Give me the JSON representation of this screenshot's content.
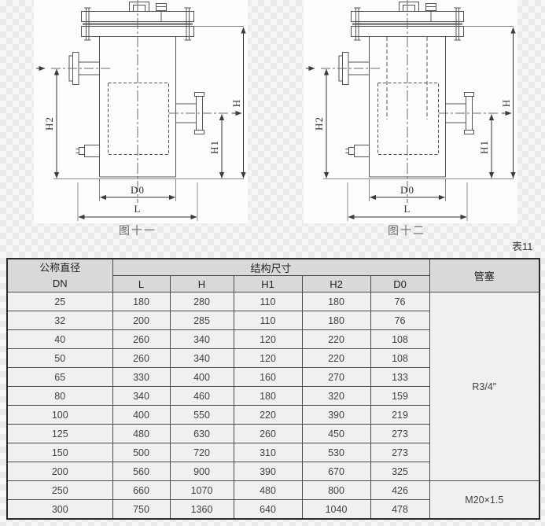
{
  "page": {
    "table_tag": "表11"
  },
  "figures": [
    {
      "caption": "图十一",
      "labels": {
        "H2": "H2",
        "H": "H",
        "H1": "H1",
        "D0": "D0",
        "L": "L"
      }
    },
    {
      "caption": "图十二",
      "labels": {
        "H2": "H2",
        "H": "H",
        "H1": "H1",
        "D0": "D0",
        "L": "L"
      }
    }
  ],
  "table": {
    "headers": {
      "dn_group": "公称直径",
      "dn": "DN",
      "struct": "结构尺寸",
      "sub": [
        "L",
        "H",
        "H1",
        "H2",
        "D0"
      ],
      "plug": "管塞"
    },
    "rows": [
      {
        "dn": "25",
        "L": "180",
        "H": "280",
        "H1": "110",
        "H2": "180",
        "D0": "76"
      },
      {
        "dn": "32",
        "L": "200",
        "H": "285",
        "H1": "110",
        "H2": "180",
        "D0": "76"
      },
      {
        "dn": "40",
        "L": "260",
        "H": "340",
        "H1": "120",
        "H2": "220",
        "D0": "108"
      },
      {
        "dn": "50",
        "L": "260",
        "H": "340",
        "H1": "120",
        "H2": "220",
        "D0": "108"
      },
      {
        "dn": "65",
        "L": "330",
        "H": "400",
        "H1": "160",
        "H2": "270",
        "D0": "133"
      },
      {
        "dn": "80",
        "L": "340",
        "H": "460",
        "H1": "180",
        "H2": "320",
        "D0": "159"
      },
      {
        "dn": "100",
        "L": "400",
        "H": "550",
        "H1": "220",
        "H2": "390",
        "D0": "219"
      },
      {
        "dn": "125",
        "L": "480",
        "H": "630",
        "H1": "260",
        "H2": "450",
        "D0": "273"
      },
      {
        "dn": "150",
        "L": "500",
        "H": "720",
        "H1": "310",
        "H2": "530",
        "D0": "273"
      },
      {
        "dn": "200",
        "L": "560",
        "H": "900",
        "H1": "390",
        "H2": "670",
        "D0": "325"
      },
      {
        "dn": "250",
        "L": "660",
        "H": "1070",
        "H1": "480",
        "H2": "800",
        "D0": "426"
      },
      {
        "dn": "300",
        "L": "750",
        "H": "1360",
        "H1": "640",
        "H2": "1040",
        "D0": "478"
      }
    ],
    "plugs": [
      {
        "label": "R3/4″"
      },
      {
        "label": "M20×1.5"
      }
    ]
  },
  "colors": {
    "drawing_line": "#555555",
    "header_bg": "#d9d9d9",
    "cell_bg": "#f0f0ef",
    "table_border": "#2b2b2b"
  }
}
